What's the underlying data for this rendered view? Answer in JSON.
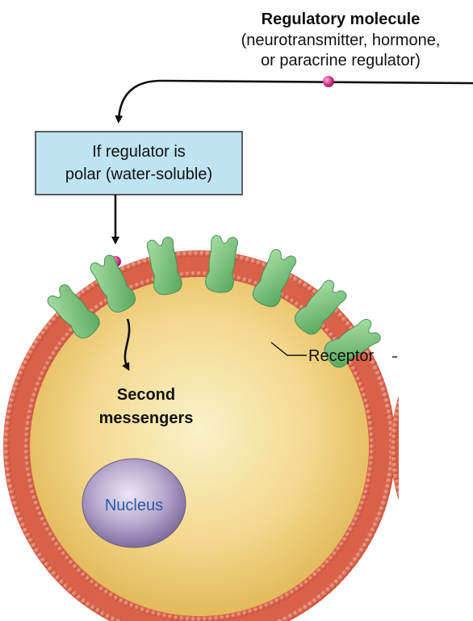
{
  "regulatory_molecule": {
    "title": "Regulatory molecule",
    "detail_line_1": "(neurotransmitter, hormone,",
    "detail_line_2": "or paracrine regulator)"
  },
  "condition_box": {
    "line_1": "If regulator is",
    "line_2": "polar (water-soluble)"
  },
  "labels": {
    "receptor": "Receptor",
    "second_messengers_line_1": "Second",
    "second_messengers_line_2": "messengers",
    "nucleus": "Nucleus"
  },
  "colors": {
    "molecule": "#d63c8e",
    "box_fill": "#bfe3f2",
    "membrane": "#d9614a",
    "cytoplasm": "#f5e0a0",
    "receptor": "#7cc47f",
    "nucleus": "#b3a6c8",
    "nucleus_text": "#2a5aa8",
    "arrow": "#111111"
  }
}
